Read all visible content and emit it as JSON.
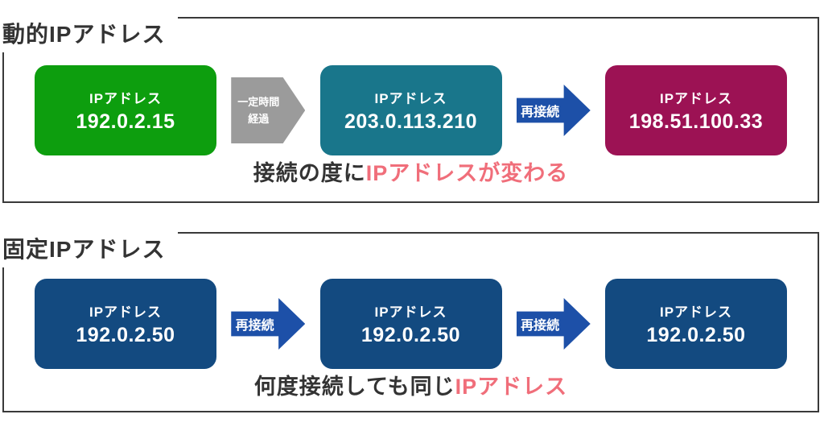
{
  "colors": {
    "title_text": "#333333",
    "frame_border": "#3a3a3a",
    "caption_dark": "#333333",
    "caption_pink": "#f06e7a",
    "green_box": "#0d9e0e",
    "teal_box": "#19768b",
    "magenta_box": "#9c1254",
    "navy_box": "#134a80",
    "blue_arrow": "#1d50a8",
    "gray_arrow": "#9b9b9b",
    "box_text": "#ffffff"
  },
  "sections": [
    {
      "title": "動的IPアドレス",
      "boxes": [
        {
          "label": "IPアドレス",
          "value": "192.0.2.15"
        },
        {
          "label": "IPアドレス",
          "value": "203.0.113.210"
        },
        {
          "label": "IPアドレス",
          "value": "198.51.100.33"
        }
      ],
      "arrows": [
        {
          "type": "gray",
          "lines": [
            "一定時間",
            "経過"
          ]
        },
        {
          "type": "blue",
          "label": "再接続"
        }
      ],
      "caption": {
        "dark": "接続の度に",
        "pink": "IPアドレスが変わる"
      }
    },
    {
      "title": "固定IPアドレス",
      "boxes": [
        {
          "label": "IPアドレス",
          "value": "192.0.2.50"
        },
        {
          "label": "IPアドレス",
          "value": "192.0.2.50"
        },
        {
          "label": "IPアドレス",
          "value": "192.0.2.50"
        }
      ],
      "arrows": [
        {
          "type": "blue",
          "label": "再接続"
        },
        {
          "type": "blue",
          "label": "再接続"
        }
      ],
      "caption": {
        "dark": "何度接続しても同じ",
        "pink": "IPアドレス"
      }
    }
  ]
}
